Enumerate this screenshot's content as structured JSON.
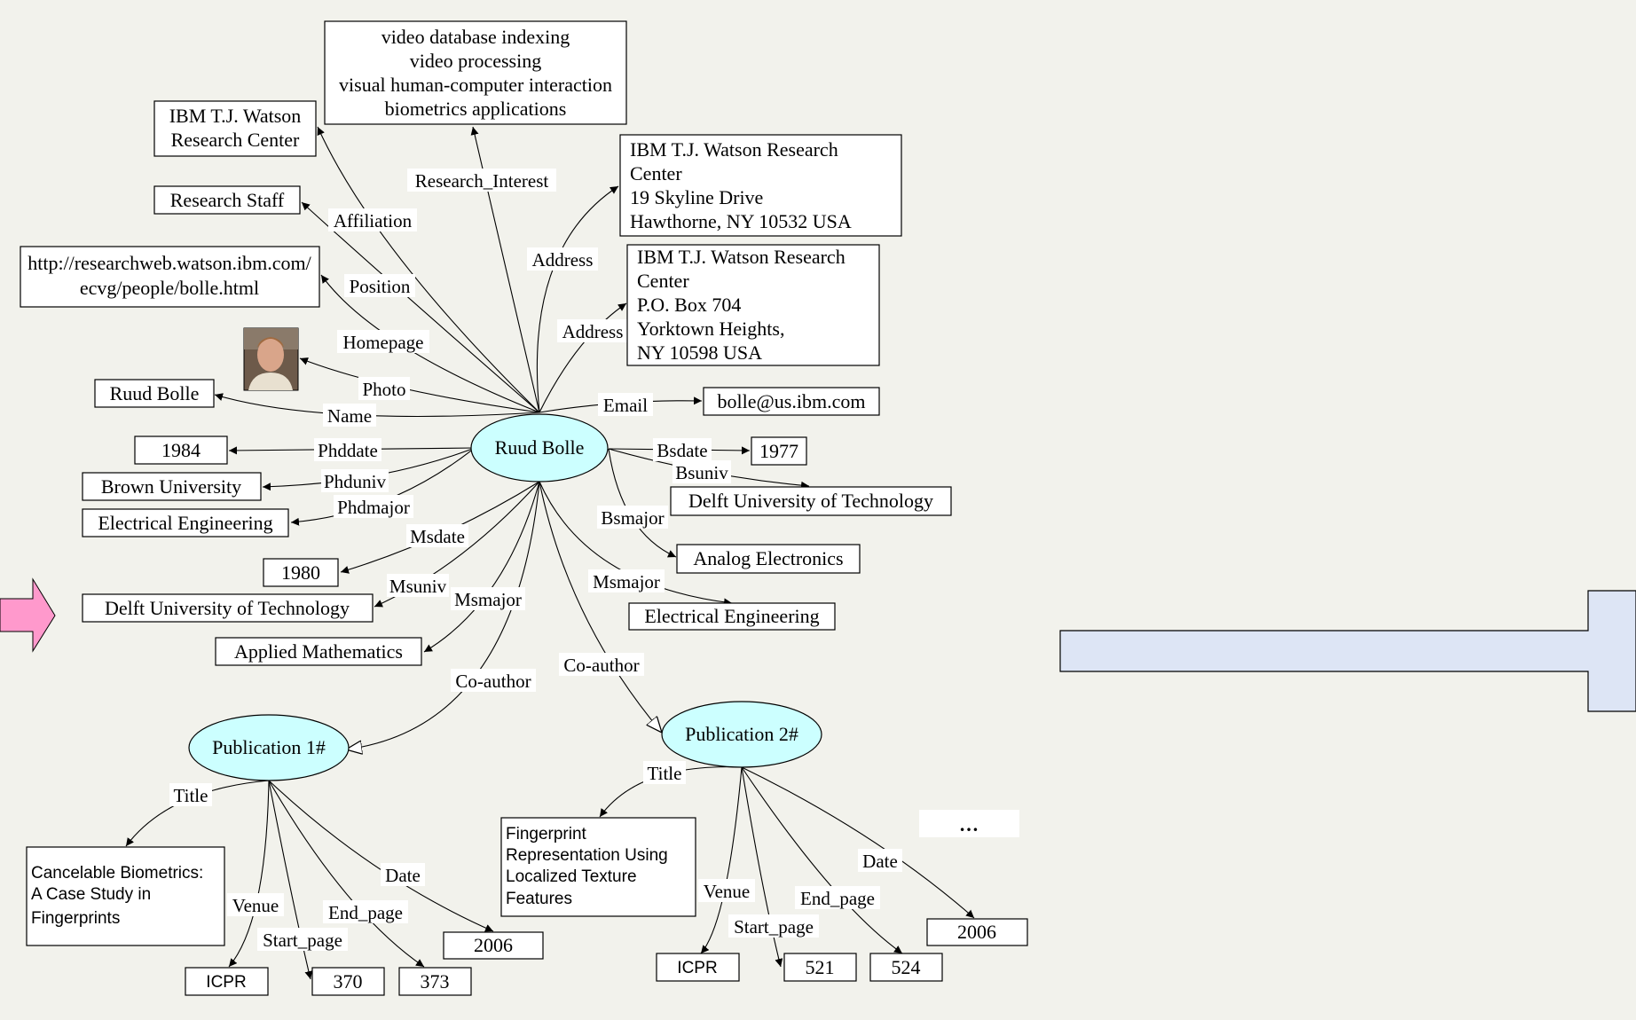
{
  "colors": {
    "background": "#f2f2ec",
    "node_fill": "#ccffff",
    "left_arrow": "#ff99cc",
    "right_arrow": "#dde5f5"
  },
  "nodes": {
    "center": "Ruud Bolle",
    "pub1": "Publication 1#",
    "pub2": "Publication 2#",
    "ellipsis": "…"
  },
  "boxes": {
    "research_interest": [
      "video database indexing",
      "video processing",
      "visual human-computer interaction",
      "biometrics applications"
    ],
    "affiliation": [
      "IBM T.J. Watson",
      "Research Center"
    ],
    "position": "Research Staff",
    "homepage": [
      "http://researchweb.watson.ibm.com/",
      "ecvg/people/bolle.html"
    ],
    "address1": [
      "IBM T.J. Watson Research",
      "Center",
      "19 Skyline Drive",
      "Hawthorne, NY 10532 USA"
    ],
    "address2": [
      "IBM T.J. Watson Research",
      "Center",
      "P.O. Box 704",
      "Yorktown Heights,",
      "NY 10598 USA"
    ],
    "name": "Ruud Bolle",
    "email": "bolle@us.ibm.com",
    "phddate": "1984",
    "phduniv": "Brown University",
    "phdmajor": "Electrical Engineering",
    "msdate": "1980",
    "msuniv": "Delft University of Technology",
    "msmajor": "Applied Mathematics",
    "bsdate": "1977",
    "bsuniv": "Delft University of Technology",
    "bsmajor": "Analog Electronics",
    "bs_msmajor": "Electrical Engineering",
    "pub1_title": [
      "Cancelable Biometrics:",
      "A Case Study in",
      "Fingerprints"
    ],
    "pub1_venue": "ICPR",
    "pub1_start": "370",
    "pub1_end": "373",
    "pub1_date": "2006",
    "pub2_title": [
      "Fingerprint",
      "Representation Using",
      "Localized Texture",
      "Features"
    ],
    "pub2_venue": "ICPR",
    "pub2_start": "521",
    "pub2_end": "524",
    "pub2_date": "2006"
  },
  "edge_labels": {
    "research_interest": "Research_Interest",
    "affiliation": "Affiliation",
    "position": "Position",
    "homepage": "Homepage",
    "photo": "Photo",
    "name": "Name",
    "address1": "Address",
    "address2": "Address",
    "email": "Email",
    "phddate": "Phddate",
    "phduniv": "Phduniv",
    "phdmajor": "Phdmajor",
    "msdate": "Msdate",
    "msuniv": "Msuniv",
    "msmajor": "Msmajor",
    "bsdate": "Bsdate",
    "bsuniv": "Bsuniv",
    "bsmajor": "Bsmajor",
    "msmajor_right": "Msmajor",
    "coauthor1": "Co-author",
    "coauthor2": "Co-author",
    "pub1_title": "Title",
    "pub1_venue": "Venue",
    "pub1_start": "Start_page",
    "pub1_end": "End_page",
    "pub1_date": "Date",
    "pub2_title": "Title",
    "pub2_venue": "Venue",
    "pub2_start": "Start_page",
    "pub2_end": "End_page",
    "pub2_date": "Date"
  }
}
